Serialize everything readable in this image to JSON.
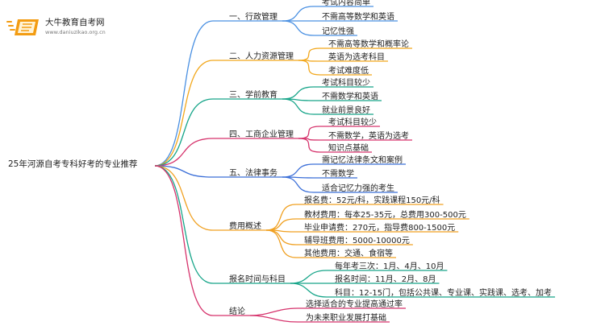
{
  "brand": {
    "name": "大牛教育自考网",
    "url": "www.daniuzikao.org.cn"
  },
  "root": {
    "label": "25年河源自考专科好考的专业推荐"
  },
  "branches": [
    {
      "label": "一、行政管理",
      "color": "#4a90e2",
      "children": [
        "考试内容简单",
        "不需高等数学和英语",
        "记忆性强"
      ]
    },
    {
      "label": "二、人力资源管理",
      "color": "#f2a71b",
      "children": [
        "不需高等数学和概率论",
        "英语为选考科目",
        "考试难度低"
      ]
    },
    {
      "label": "三、学前教育",
      "color": "#17a589",
      "children": [
        "考试科目较少",
        "不需数学和英语",
        "就业前景良好"
      ]
    },
    {
      "label": "四、工商企业管理",
      "color": "#d6336c",
      "children": [
        "考试科目较少",
        "不需数学，英语为选考",
        "知识点基础"
      ]
    },
    {
      "label": "五、法律事务",
      "color": "#3b6fd8",
      "children": [
        "需记忆法律条文和案例",
        "不需数学",
        "适合记忆力强的考生"
      ]
    },
    {
      "label": "费用概述",
      "color": "#f0a020",
      "children": [
        "报名费：52元/科，实践课程150元/科",
        "教材费用：每本25-35元，总费用300-500元",
        "毕业申请费：270元，指导费800-1500元",
        "辅导班费用：5000-10000元",
        "其他费用：交通、食宿等"
      ]
    },
    {
      "label": "报名时间与科目",
      "color": "#17a589",
      "children": [
        "每年考三次：1月、4月、10月",
        "报名时间：11月、2月、8月",
        "科目：12-15门，包括公共课、专业课、实践课、选考、加考"
      ]
    },
    {
      "label": "结论",
      "color": "#d6336c",
      "children": [
        "选择适合的专业提高通过率",
        "为未来职业发展打基础"
      ]
    }
  ]
}
